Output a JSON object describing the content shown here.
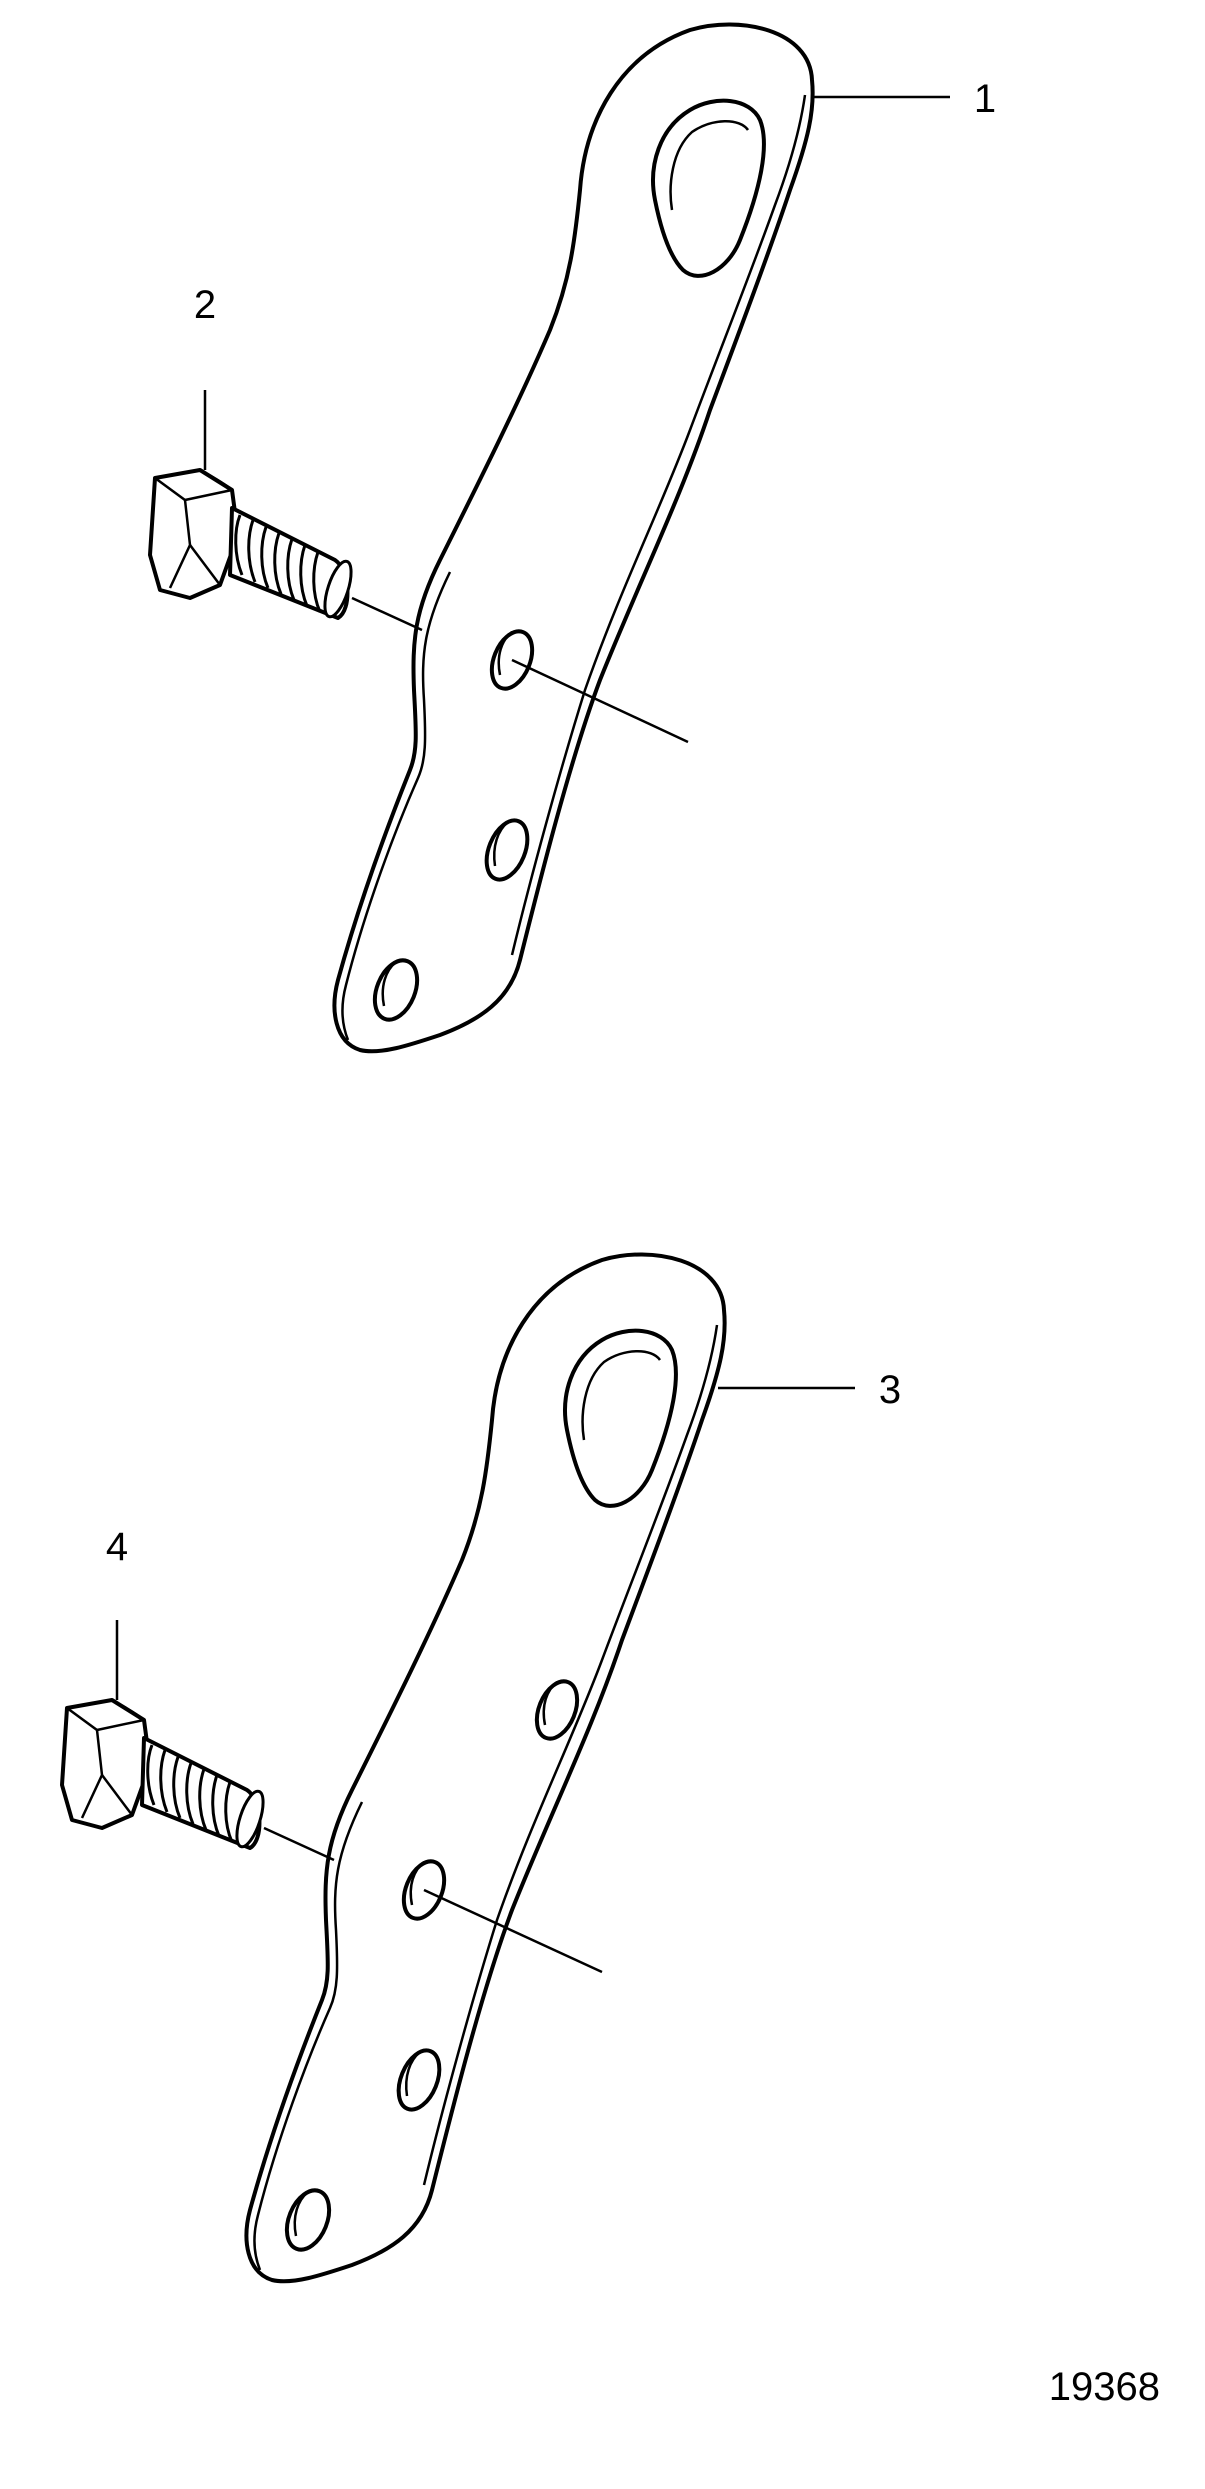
{
  "callouts": [
    {
      "id": "1",
      "label": "1"
    },
    {
      "id": "2",
      "label": "2"
    },
    {
      "id": "3",
      "label": "3"
    },
    {
      "id": "4",
      "label": "4"
    }
  ],
  "figure_number": "19368",
  "colors": {
    "line": "#000000",
    "background": "#ffffff"
  }
}
